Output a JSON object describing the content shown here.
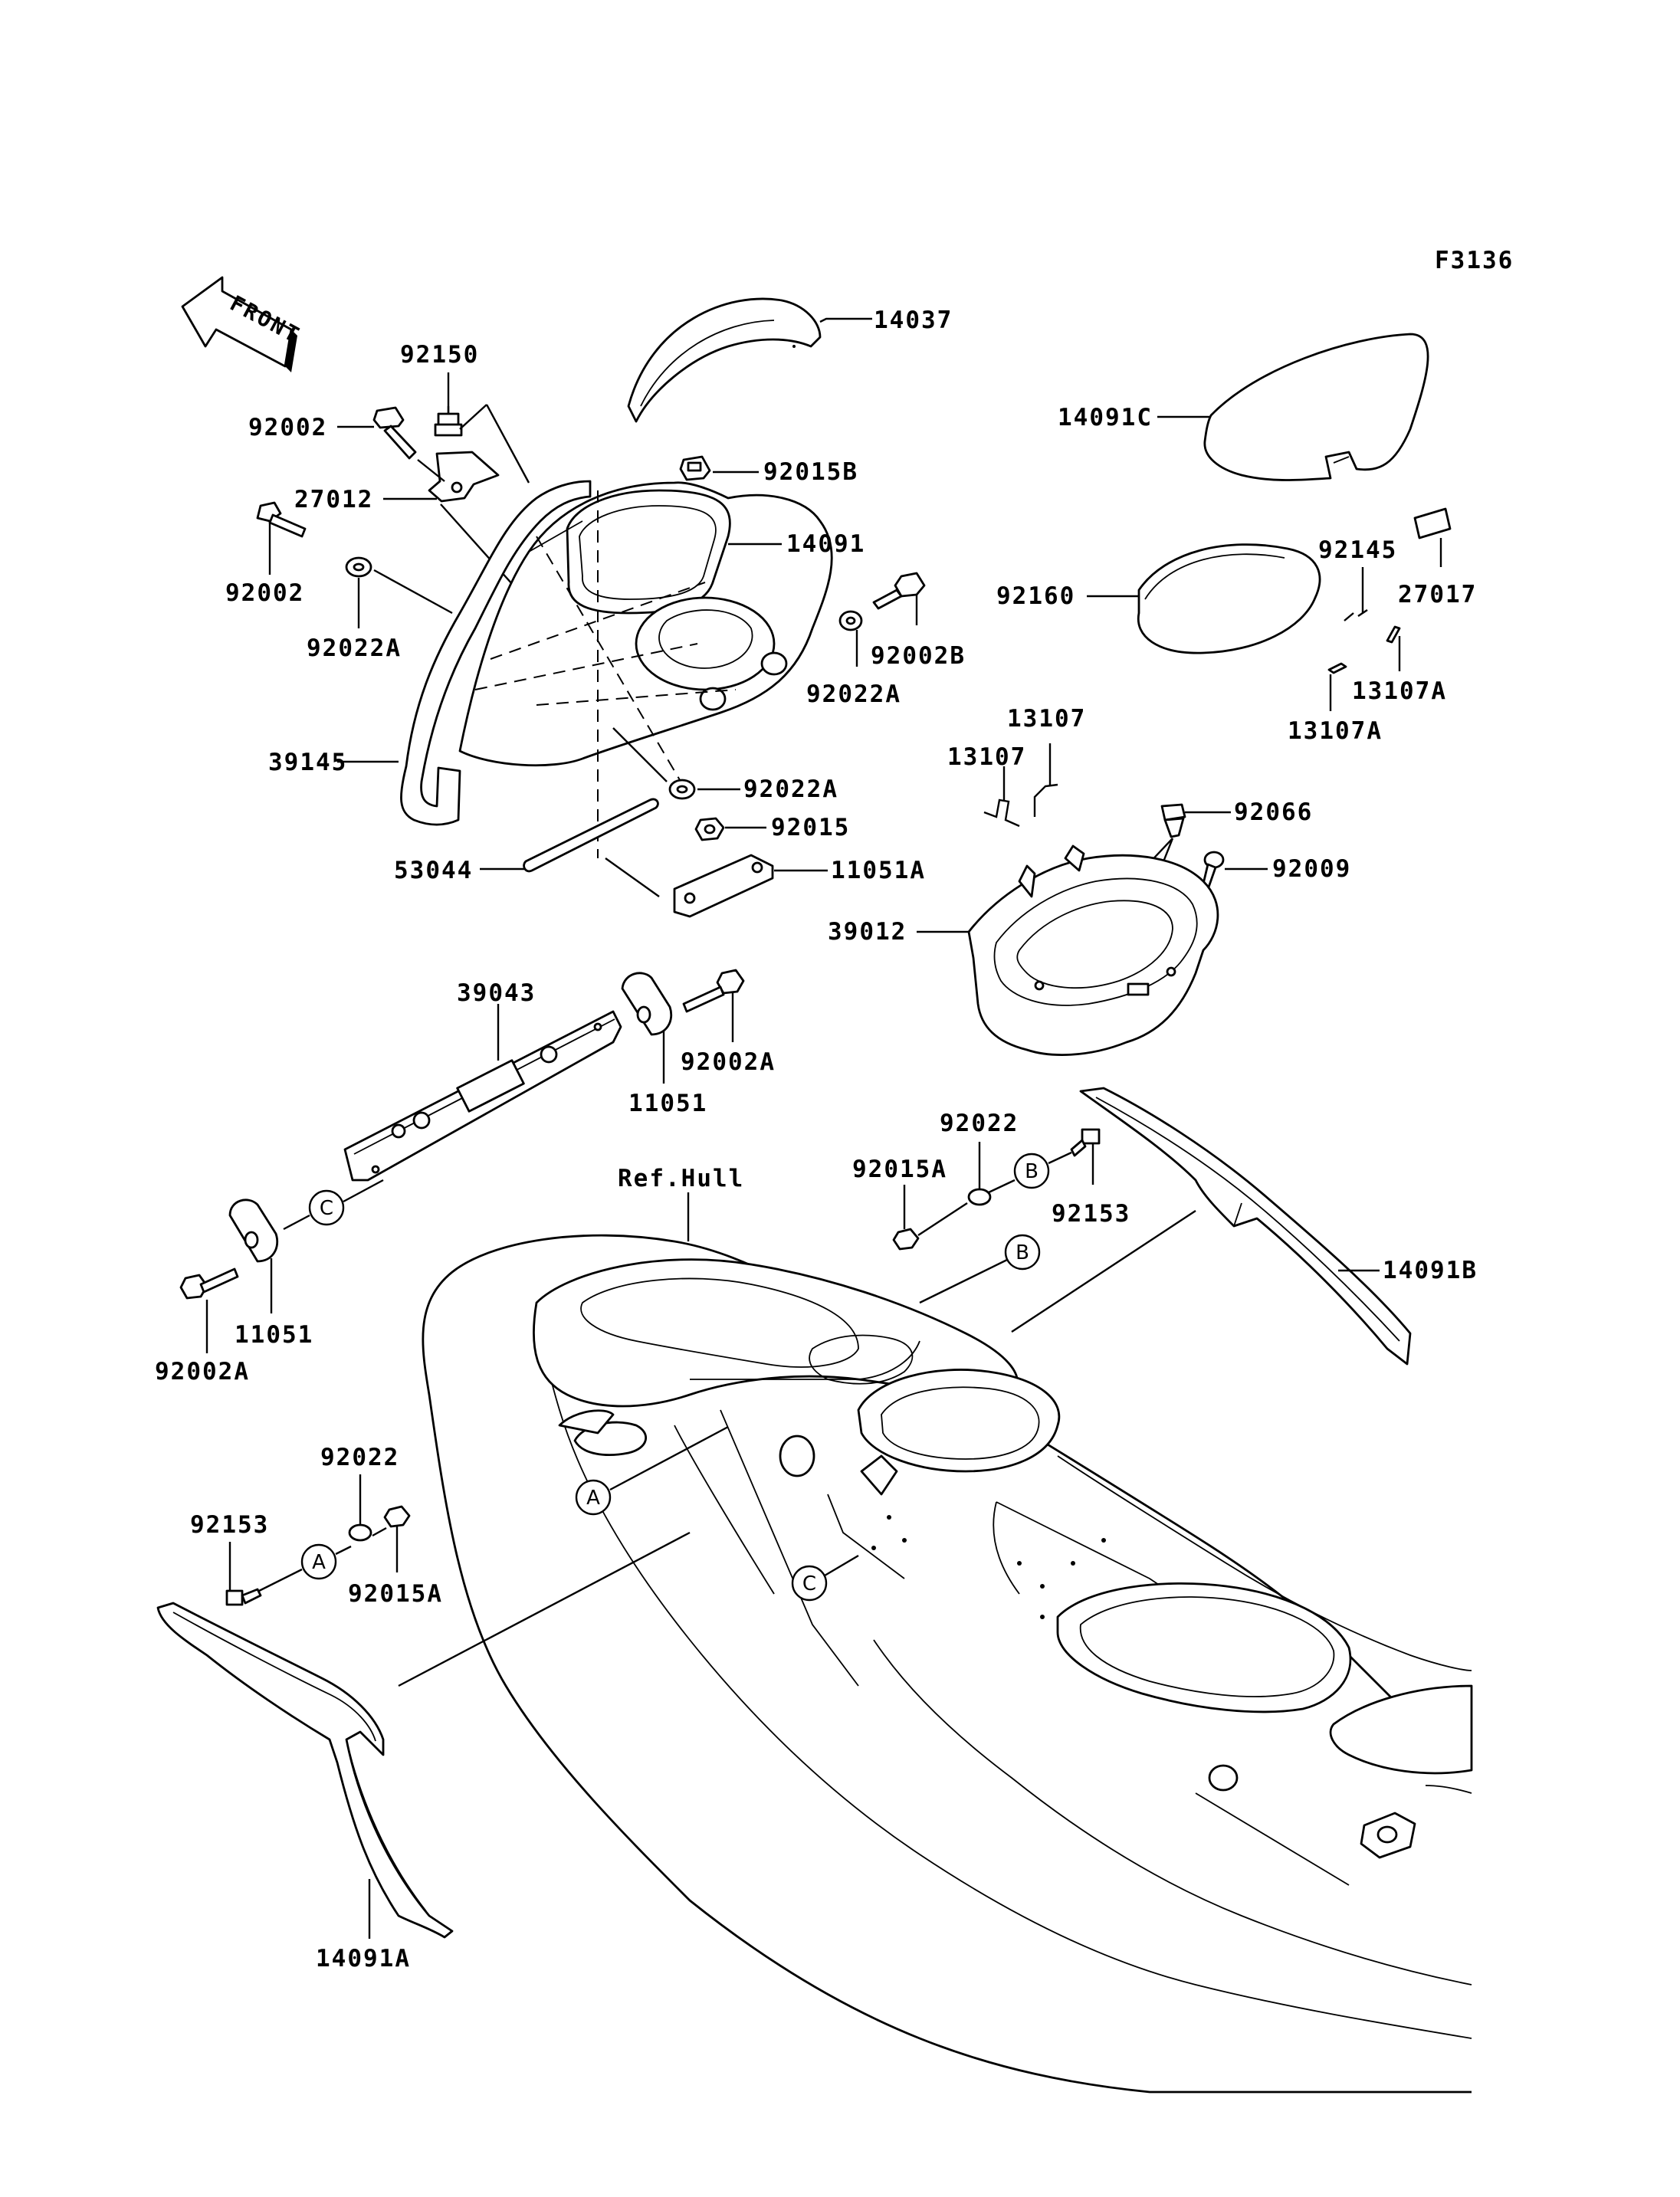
{
  "figure_code": "F3136",
  "front_arrow_text": "FRONT",
  "callout_letters": [
    "A",
    "B",
    "C"
  ],
  "labels": {
    "p14037": "14037",
    "p92150": "92150",
    "p92002_a": "92002",
    "p92015B": "92015B",
    "p27012": "27012",
    "p14091": "14091",
    "p92002_b": "92002",
    "p92022A_1": "92022A",
    "p92002B": "92002B",
    "p92022A_2": "92022A",
    "p39145": "39145",
    "p92022A_3": "92022A",
    "p92015": "92015",
    "p53044": "53044",
    "p11051A": "11051A",
    "p39043": "39043",
    "p92002A_1": "92002A",
    "p11051_1": "11051",
    "p11051_2": "11051",
    "p92002A_2": "92002A",
    "p14091C": "14091C",
    "p92145": "92145",
    "p27017": "27017",
    "p92160": "92160",
    "p13107A_1": "13107A",
    "p13107A_2": "13107A",
    "p13107_1": "13107",
    "p13107_2": "13107",
    "p92066": "92066",
    "p92009": "92009",
    "p39012": "39012",
    "p92022_1": "92022",
    "p92015A_1": "92015A",
    "p92153_1": "92153",
    "p14091B": "14091B",
    "ref_hull": "Ref.Hull",
    "p92022_2": "92022",
    "p92153_2": "92153",
    "p92015A_2": "92015A",
    "p14091A": "14091A"
  }
}
